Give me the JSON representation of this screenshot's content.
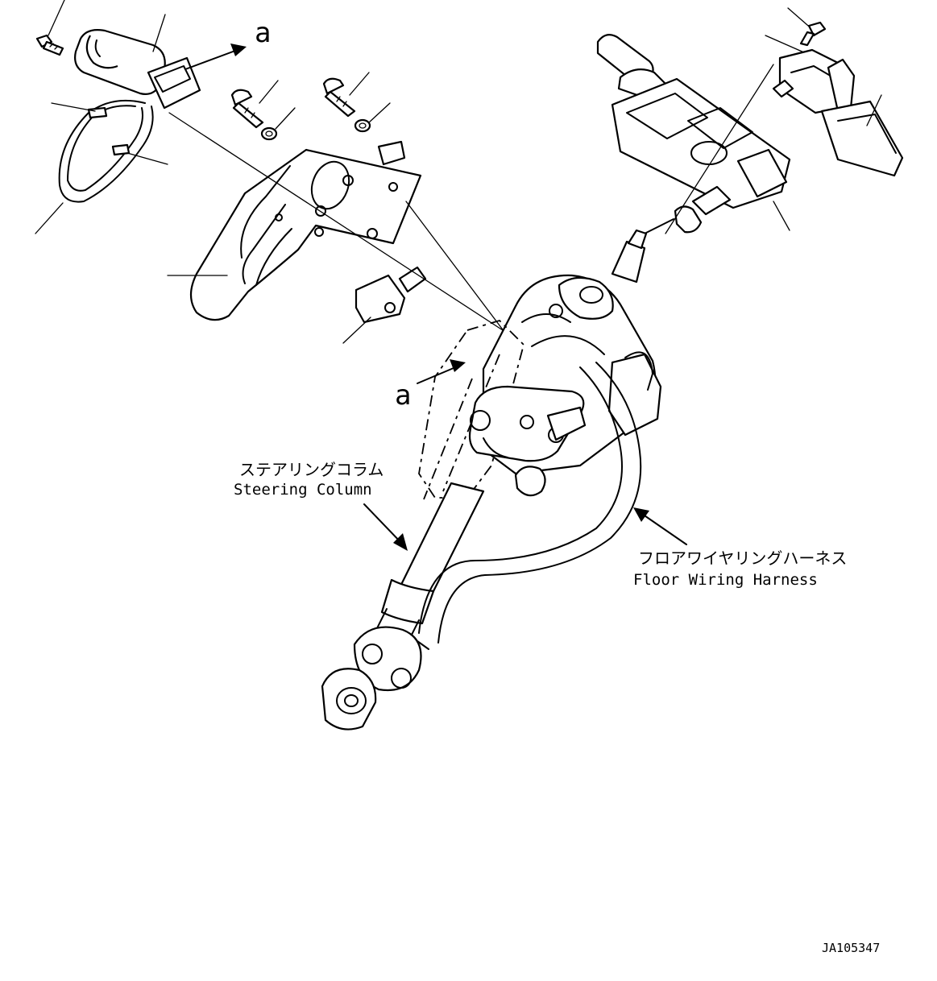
{
  "labels": {
    "steering_column_ja": "ステアリングコラム",
    "steering_column_en": "Steering Column",
    "floor_harness_ja": "フロアワイヤリングハーネス",
    "floor_harness_en": "Floor Wiring Harness",
    "ref_a_top": "a",
    "ref_a_mid": "a",
    "drawing_code": "JA105347"
  }
}
